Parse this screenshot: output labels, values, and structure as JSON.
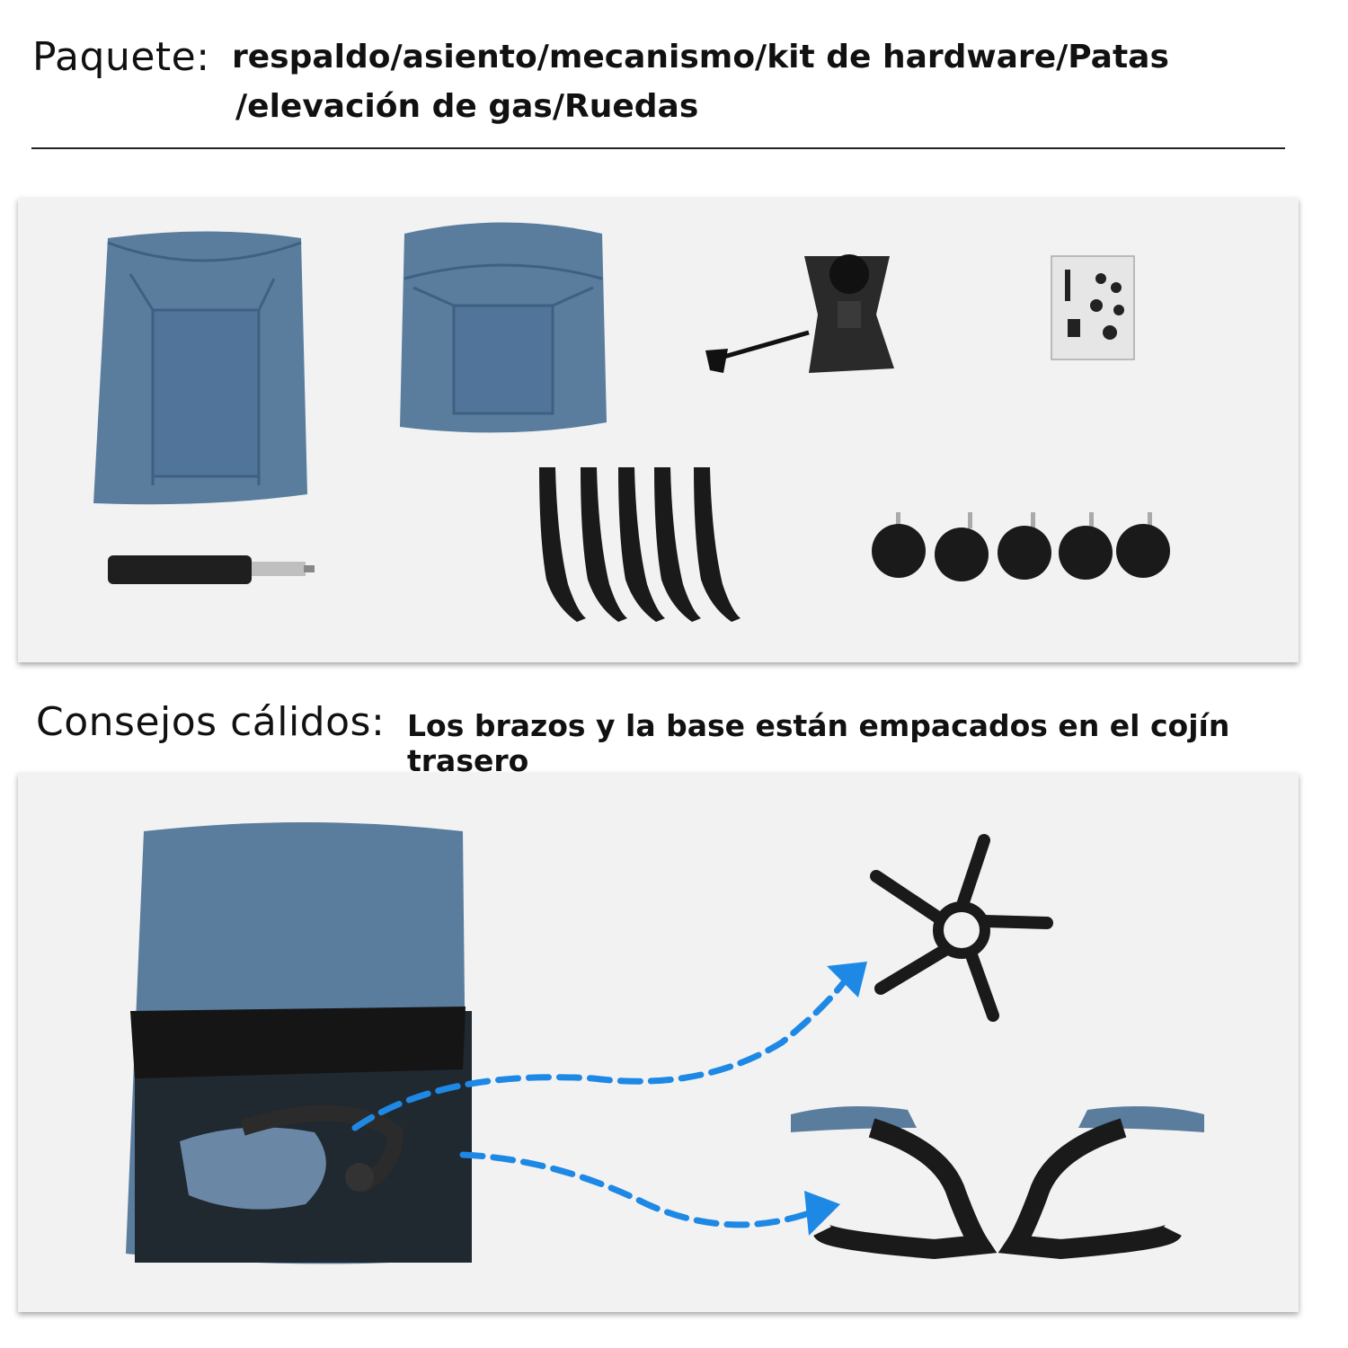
{
  "package": {
    "label": "Paquete:",
    "line1": "respaldo/asiento/mecanismo/kit de hardware/Patas",
    "line2": "/elevación de gas/Ruedas"
  },
  "tips": {
    "label": "Consejos cálidos:",
    "text": "Los brazos y la base están empacados en el cojín trasero"
  },
  "colors": {
    "fabric": "#5a7d9e",
    "fabric_dark": "#46698a",
    "arrow": "#1e88e5",
    "panel": "#f2f2f2",
    "metal": "#1a1a1a"
  },
  "icons": [
    "backrest-icon",
    "seat-cushion-icon",
    "mechanism-icon",
    "hardware-kit-icon",
    "gas-lift-icon",
    "chair-leg-icon",
    "caster-wheel-icon",
    "packed-backrest-icon",
    "star-base-icon",
    "armrest-icon",
    "dashed-arrow-icon"
  ]
}
